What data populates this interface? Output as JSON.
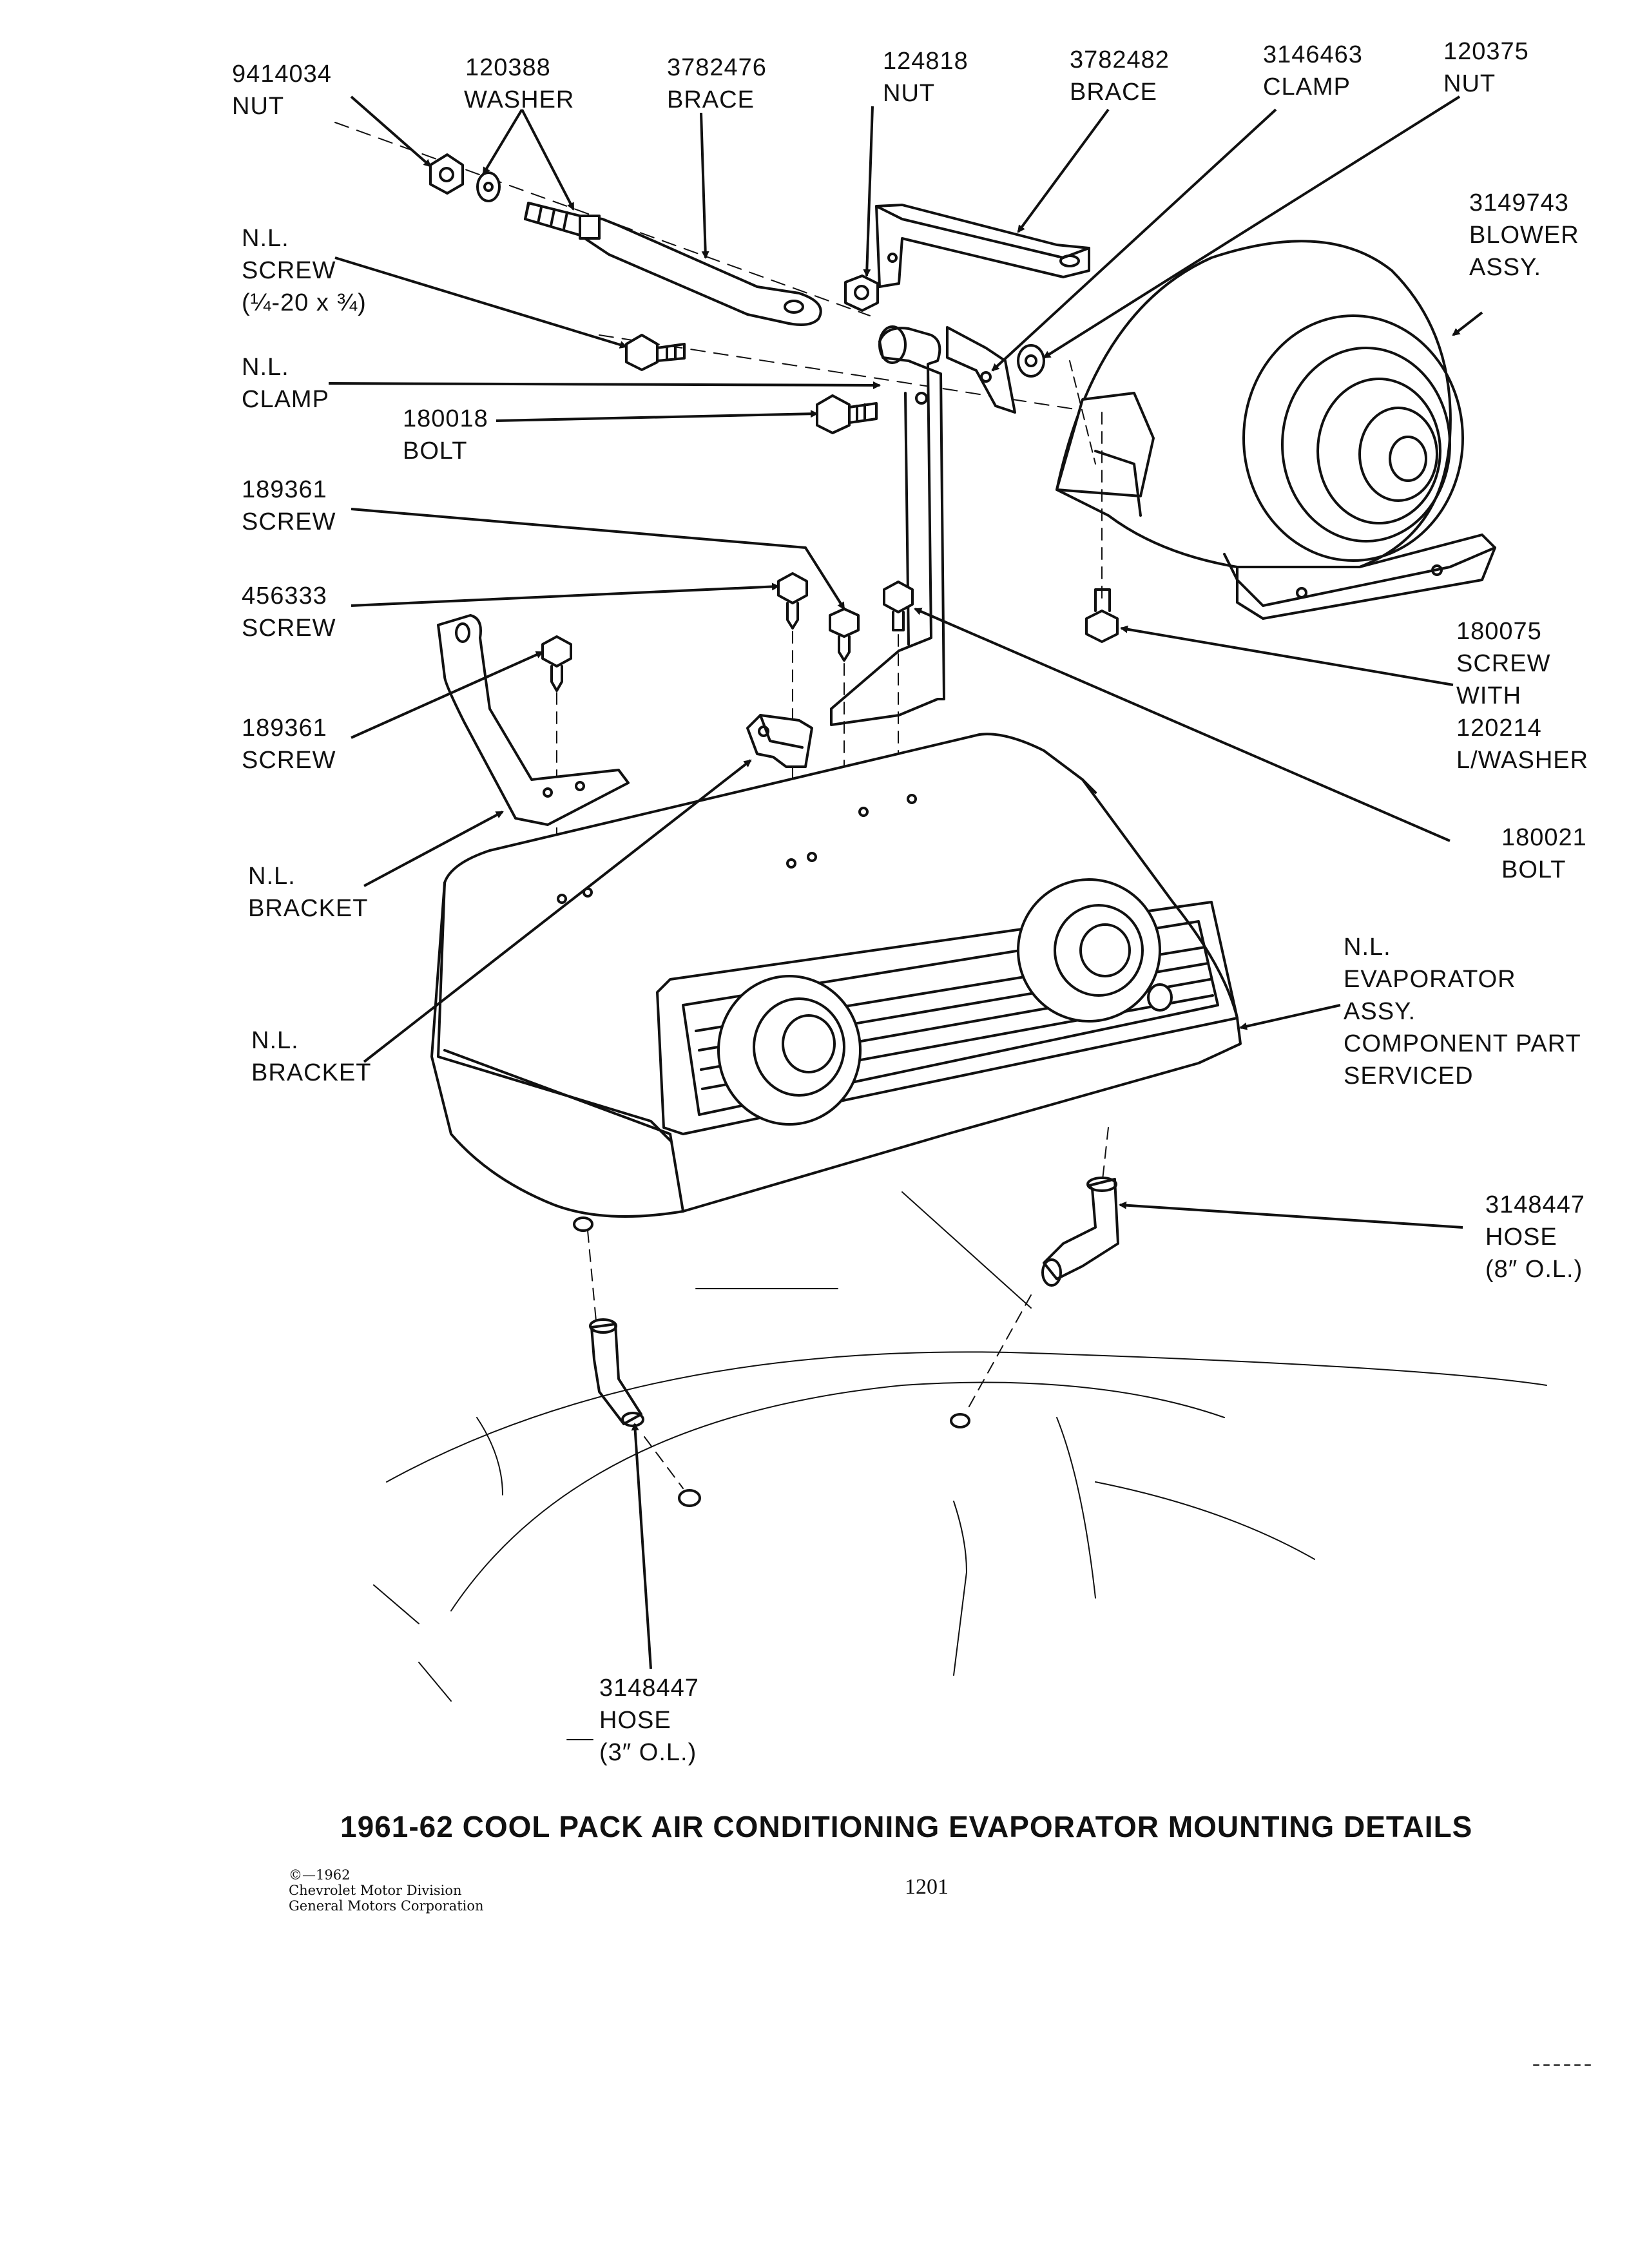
{
  "labels": {
    "nut_9414034": [
      "9414034",
      "NUT"
    ],
    "washer_120388": [
      "120388",
      "WASHER"
    ],
    "brace_3782476": [
      "3782476",
      "BRACE"
    ],
    "nut_124818": [
      "124818",
      "NUT"
    ],
    "brace_3782482": [
      "3782482",
      "BRACE"
    ],
    "clamp_3146463": [
      "3146463",
      "CLAMP"
    ],
    "nut_120375": [
      "120375",
      "NUT"
    ],
    "blower_3149743": [
      "3149743",
      "BLOWER",
      "ASSY."
    ],
    "screw_nl": [
      "N.L.",
      "SCREW",
      "(¼-20 x ¾)"
    ],
    "clamp_nl": [
      "N.L.",
      "CLAMP"
    ],
    "bolt_180018": [
      "180018",
      "BOLT"
    ],
    "screw_189361_top": [
      "189361",
      "SCREW"
    ],
    "screw_456333": [
      "456333",
      "SCREW"
    ],
    "screw_189361_left": [
      "189361",
      "SCREW"
    ],
    "bracket_nl_left": [
      "N.L.",
      "BRACKET"
    ],
    "bracket_nl_center": [
      "N.L.",
      "BRACKET"
    ],
    "screw_180075": [
      "180075",
      "SCREW",
      "WITH",
      "120214",
      "L/WASHER"
    ],
    "bolt_180021": [
      "180021",
      "BOLT"
    ],
    "evaporator_nl": [
      "N.L.",
      "EVAPORATOR",
      "ASSY.",
      "COMPONENT PART",
      "SERVICED"
    ],
    "hose_3148447_right": [
      "3148447",
      "HOSE",
      "(8″ O.L.)"
    ],
    "hose_3148447_bottom": [
      "3148447",
      "HOSE",
      "(3″ O.L.)"
    ]
  },
  "caption": "1961-62 COOL PACK AIR CONDITIONING EVAPORATOR MOUNTING DETAILS",
  "copyright": [
    "©—1962",
    "Chevrolet Motor Division",
    "General Motors Corporation"
  ],
  "page_number": "1201"
}
